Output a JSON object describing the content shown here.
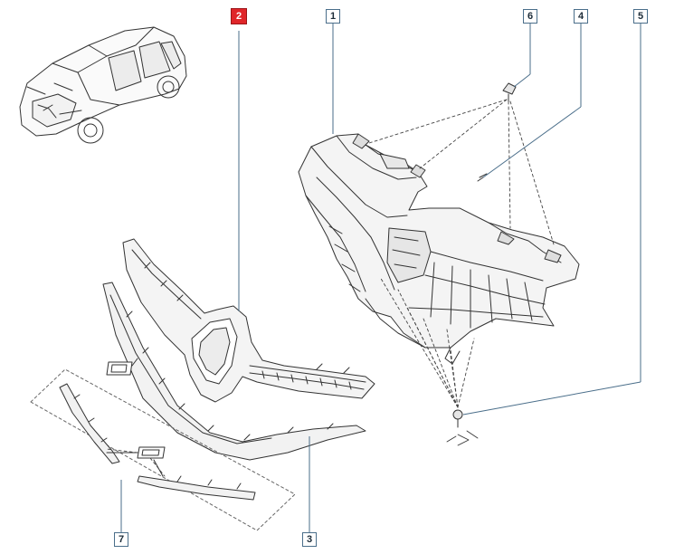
{
  "callouts": {
    "c1": "1",
    "c2": "2",
    "c3": "3",
    "c4": "4",
    "c5": "5",
    "c6": "6",
    "c7": "7"
  },
  "highlight_callout": "2",
  "colors": {
    "highlight": "#e0262a",
    "leader": "#4a6e8a",
    "line": "#333333"
  }
}
